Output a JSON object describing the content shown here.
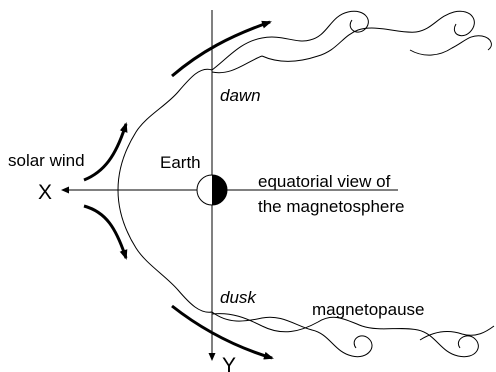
{
  "labels": {
    "solar_wind": "solar wind",
    "earth": "Earth",
    "dawn": "dawn",
    "dusk": "dusk",
    "equatorial_line1": "equatorial view of",
    "equatorial_line2": "the magnetosphere",
    "magnetopause": "magnetopause",
    "x_axis": "X",
    "y_axis": "Y"
  },
  "colors": {
    "ink": "#000000",
    "background": "#ffffff"
  },
  "earth": {
    "dark_half": "right",
    "light_half": "left"
  }
}
